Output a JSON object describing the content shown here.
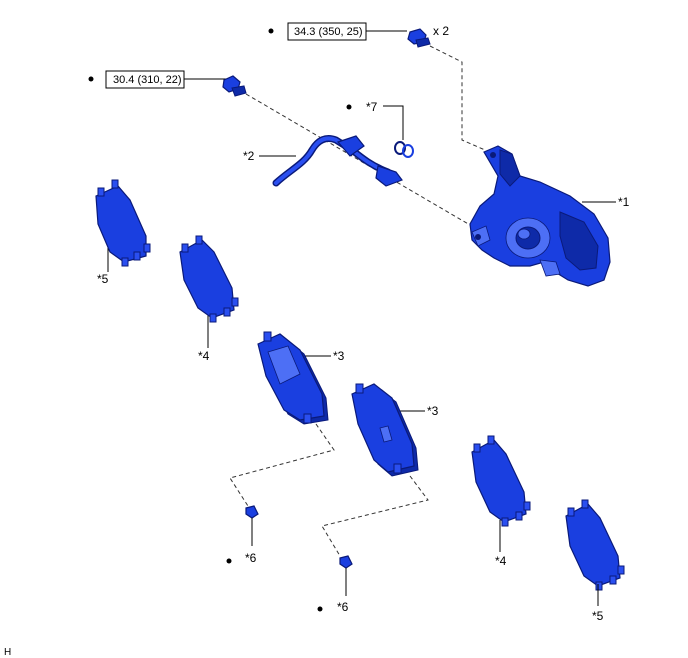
{
  "torque_1": "34.3 (350, 25)",
  "torque_1_qty": "x 2",
  "torque_2": "30.4 (310, 22)",
  "labels": {
    "caliper": "*1",
    "hose": "*2",
    "pad_inner": "*3",
    "pad_outer": "*3",
    "shim_a_left": "*4",
    "shim_a_right": "*4",
    "shim_b_left": "*5",
    "shim_b_right": "*5",
    "wear_indicator_1": "*6",
    "wear_indicator_2": "*6",
    "clip": "*7"
  },
  "corner_mark": "H",
  "colors": {
    "part_fill": "#1a3fe0",
    "part_stroke": "#0a1a7a"
  }
}
